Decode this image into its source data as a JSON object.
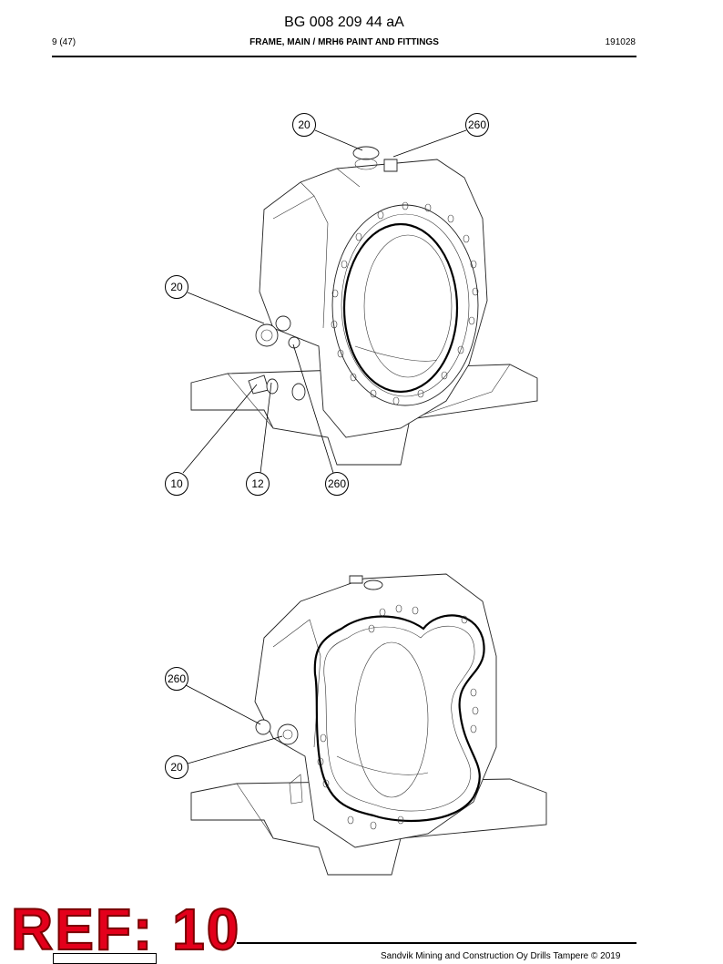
{
  "header": {
    "doc_number": "BG 008 209 44 aA",
    "page": "9 (47)",
    "section_title": "FRAME, MAIN / MRH6 PAINT AND FITTINGS",
    "date_code": "191028"
  },
  "figures": [
    {
      "name": "upper-view",
      "callouts": [
        "20",
        "260",
        "20",
        "10",
        "12",
        "260"
      ]
    },
    {
      "name": "lower-view",
      "callouts": [
        "260",
        "20"
      ]
    }
  ],
  "stamp": {
    "text": "REF: 10",
    "color": "#e3001b"
  },
  "footer": {
    "copyright": "Sandvik Mining and Construction Oy Drills Tampere © 2019"
  }
}
